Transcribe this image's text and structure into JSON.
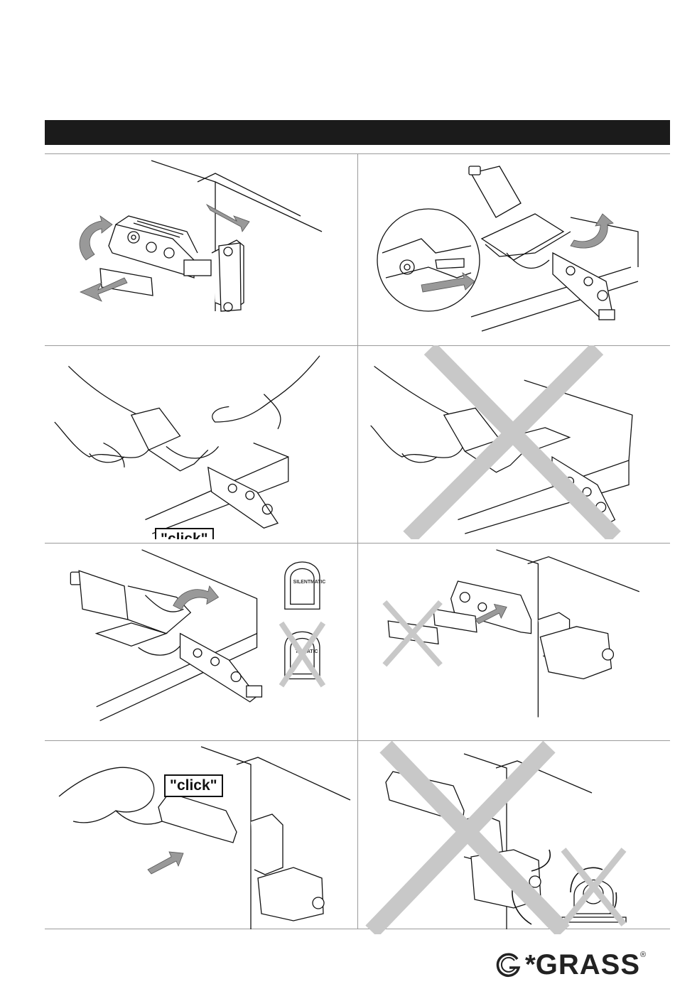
{
  "panels": [
    {
      "id": "p1",
      "label": ""
    },
    {
      "id": "p2",
      "label": ""
    },
    {
      "id": "p3",
      "label": "\"click\""
    },
    {
      "id": "p4",
      "label": ""
    },
    {
      "id": "p5",
      "badges": [
        "SILENTMATIC",
        "TIPMATIC"
      ]
    },
    {
      "id": "p6",
      "label": ""
    },
    {
      "id": "p7",
      "label": "\"click\""
    },
    {
      "id": "p8",
      "label": ""
    }
  ],
  "brand": {
    "name": "GRASS",
    "star": "*",
    "reg": "®"
  },
  "colors": {
    "header": "#1b1b1b",
    "cross": "#c8c8c8",
    "line": "#111111"
  }
}
